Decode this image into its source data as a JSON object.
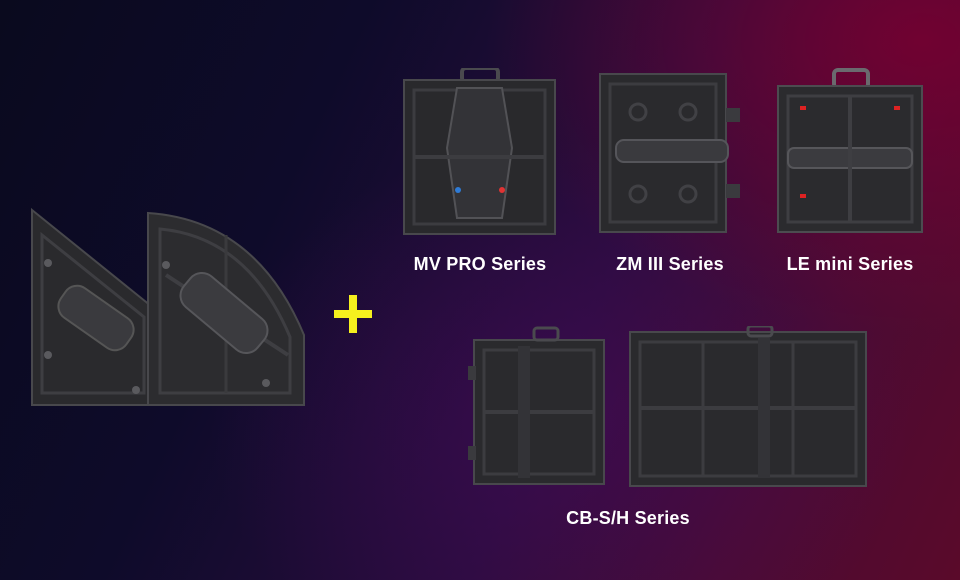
{
  "products": {
    "mv_pro": {
      "caption": "MV PRO Series"
    },
    "zm_iii": {
      "caption": "ZM III Series"
    },
    "le_mini": {
      "caption": "LE mini Series"
    },
    "cb_sh": {
      "caption": "CB-S/H Series"
    }
  },
  "colors": {
    "plus_sign": "#f5f01e",
    "cabinet_body": "#2b2b2e",
    "cabinet_detail": "#4a4a4e",
    "caption_text": "#ffffff"
  },
  "icons": {
    "combine": "plus-icon"
  }
}
